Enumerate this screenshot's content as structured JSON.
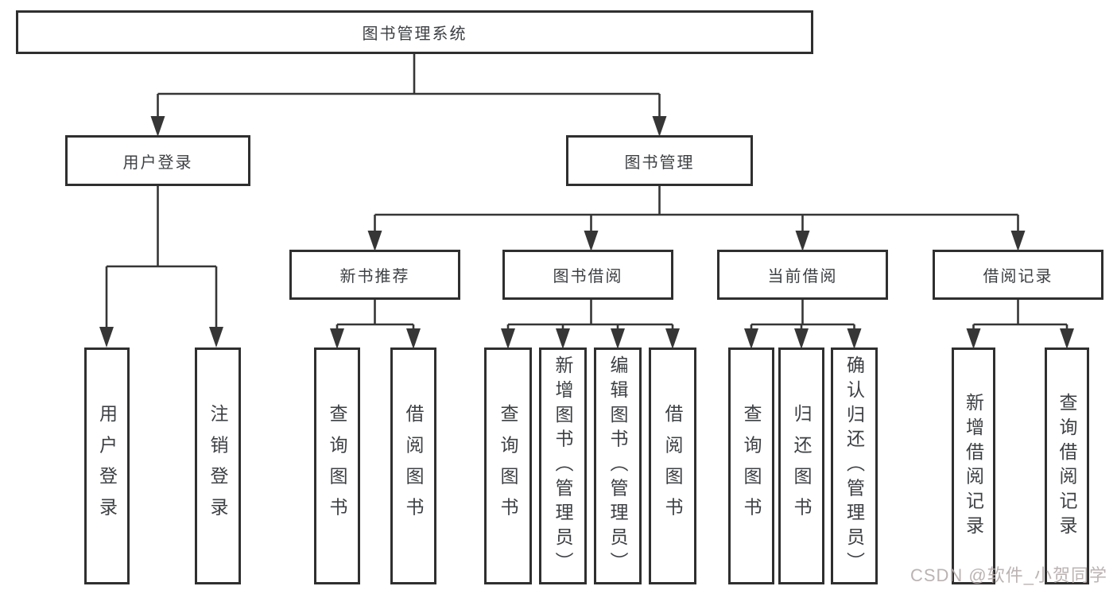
{
  "diagram": {
    "title": "图书管理系统",
    "level2": {
      "user_login": "用户登录",
      "book_mgmt": "图书管理"
    },
    "level3": {
      "new_book_rec": "新书推荐",
      "book_borrow": "图书借阅",
      "current_borrow": "当前借阅",
      "borrow_record": "借阅记录"
    },
    "leaves": {
      "user_login": "用户登录",
      "logout": "注销登录",
      "query_book_a": "查询图书",
      "borrow_book_a": "借阅图书",
      "query_book_b": "查询图书",
      "add_book": "新增图书（管理员）",
      "edit_book": "编辑图书（管理员）",
      "borrow_book_b": "借阅图书",
      "query_book_c": "查询图书",
      "return_book": "归还图书",
      "confirm_return": "确认归还（管理员）",
      "add_borrow_record": "新增借阅记录",
      "query_borrow_record": "查询借阅记录"
    }
  },
  "watermark": {
    "text": "CSDN @软件_小贺同学"
  },
  "colors": {
    "line": "#363636",
    "box_border": "#2f2f2f",
    "text": "#3d4043",
    "background": "#ffffff",
    "watermark": "#b5abab"
  }
}
